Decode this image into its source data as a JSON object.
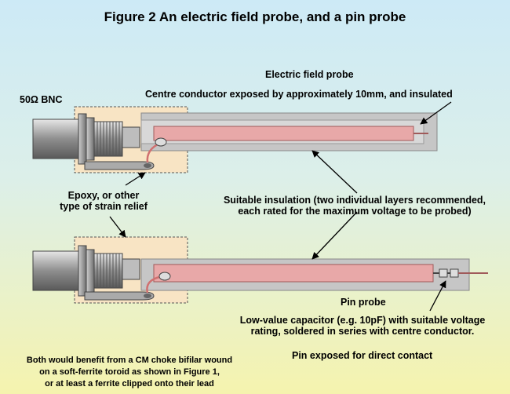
{
  "title": "Figure 2    An electric field probe, and a pin probe",
  "labels": {
    "bnc": "50Ω BNC",
    "efield_probe": "Electric field probe",
    "centre_conductor": "Centre conductor exposed by approximately 10mm, and insulated",
    "epoxy_line1": "Epoxy, or other",
    "epoxy_line2": "type of strain relief",
    "insulation_line1": "Suitable insulation (two individual layers recommended,",
    "insulation_line2": "each rated for the maximum voltage to be probed)",
    "pin_probe": "Pin probe",
    "capacitor_line1": "Low-value capacitor (e.g. 10pF) with suitable voltage",
    "capacitor_line2": "rating, soldered in series with centre conductor.",
    "pin_exposed": "Pin exposed for direct contact",
    "choke_line1": "Both would benefit from a CM choke bifilar wound",
    "choke_line2": "on a soft-ferrite toroid as shown in Figure 1,",
    "choke_line3": "or at least a ferrite clipped onto their lead"
  },
  "colors": {
    "epoxy_fill": "#f8e4c4",
    "insulation": "#c6c6c6",
    "conductor": "#e8a8a8",
    "connector_metal": "#9a9a9a"
  }
}
